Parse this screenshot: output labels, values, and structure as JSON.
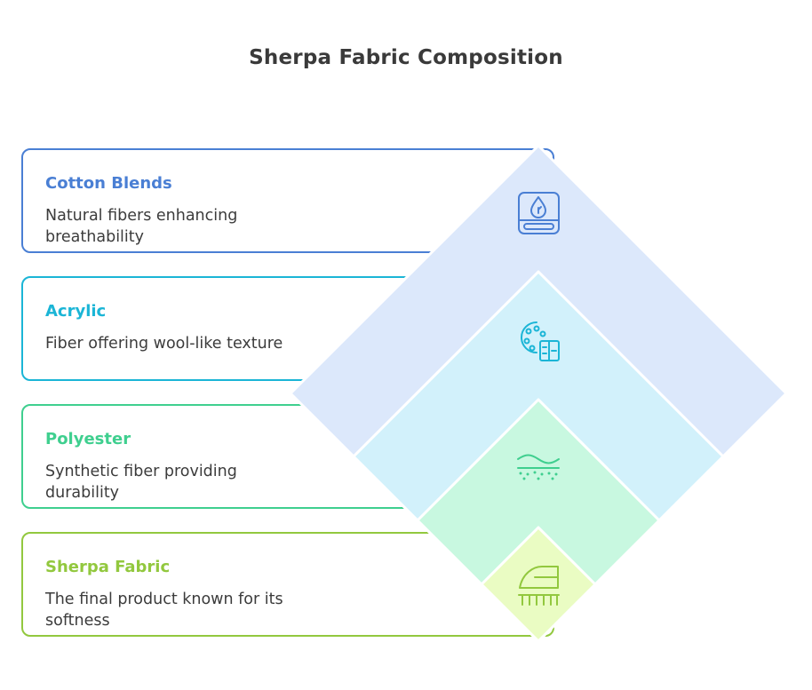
{
  "title": "Sherpa Fabric Composition",
  "layers": [
    {
      "label": "Cotton Blends",
      "description": "Natural fibers enhancing breathability",
      "color": "#4a7fd4",
      "fill": "#dce8fb",
      "icon": "water-drop-tray-icon"
    },
    {
      "label": "Acrylic",
      "description": "Fiber offering wool-like texture",
      "color": "#1bb5d6",
      "fill": "#d2f1fb",
      "icon": "fabric-swatch-palette-icon"
    },
    {
      "label": "Polyester",
      "description": "Synthetic fiber providing durability",
      "color": "#3fcf8f",
      "fill": "#c8f8e0",
      "icon": "wave-dots-icon"
    },
    {
      "label": "Sherpa Fabric",
      "description": "The final product known for its softness",
      "color": "#92c83e",
      "fill": "#eafcc3",
      "icon": "iron-press-icon"
    }
  ]
}
